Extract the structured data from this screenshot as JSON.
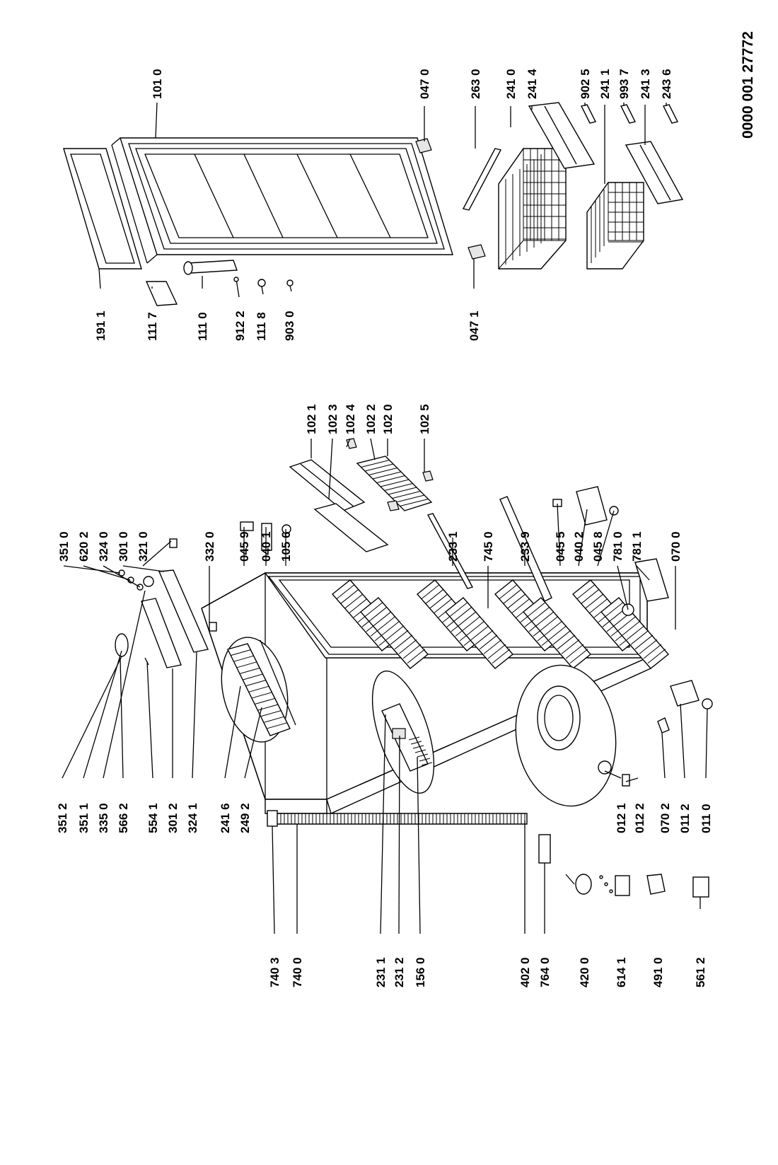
{
  "document_number": "0000 001 27772",
  "labels": {
    "l1010": "101 0",
    "l0470": "047 0",
    "l2630": "263 0",
    "l2410": "241 0",
    "l2414": "241 4",
    "l9025": "902 5",
    "l2411": "241 1",
    "l9937": "993 7",
    "l2413": "241 3",
    "l2436": "243 6",
    "l1911": "191 1",
    "l1117": "111 7",
    "l1110": "111 0",
    "l9122": "912 2",
    "l1118": "111 8",
    "l9030": "903 0",
    "l1021": "102 1",
    "l1023": "102 3",
    "l1024": "102 4",
    "l1022": "102 2",
    "l1020": "102 0",
    "l1025": "102 5",
    "l0471": "047 1",
    "l3510": "351 0",
    "l6202": "620 2",
    "l3240": "324 0",
    "l3010": "301 0",
    "l3210": "321 0",
    "l3320": "332 0",
    "l0459": "045 9",
    "l0401": "040 1",
    "l1056": "105 6",
    "l2331": "233 1",
    "l7450": "745 0",
    "l2339": "233 9",
    "l0455": "045 5",
    "l0402": "040 2",
    "l0458": "045 8",
    "l7810": "781 0",
    "l7811": "781 1",
    "l0700": "070 0",
    "l3512": "351 2",
    "l3511": "351 1",
    "l3350": "335 0",
    "l5662": "566 2",
    "l5541": "554 1",
    "l3012": "301 2",
    "l3241": "324 1",
    "l2416": "241 6",
    "l2492": "249 2",
    "l2311": "231 1",
    "l2312": "231 2",
    "l1560": "156 0",
    "l4020": "402 0",
    "l0121": "012 1",
    "l0122": "012 2",
    "l0702": "070 2",
    "l0112": "011 2",
    "l0110": "011 0",
    "l7403": "740 3",
    "l7400": "740 0",
    "l7640": "764 0",
    "l4200": "420 0",
    "l6141": "614 1",
    "l4910": "491 0",
    "l5612": "561 2"
  }
}
